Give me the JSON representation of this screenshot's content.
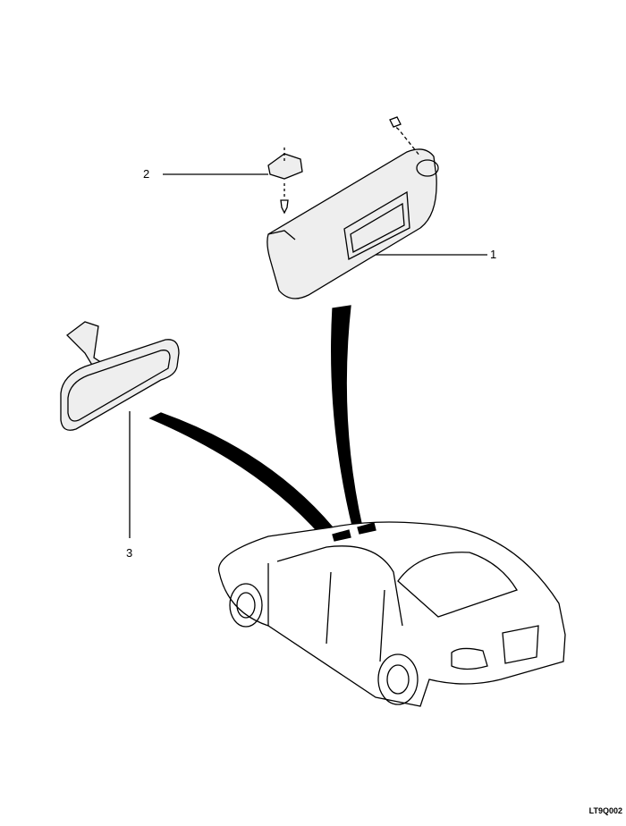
{
  "callouts": [
    {
      "number": "1",
      "part": "sun-visor"
    },
    {
      "number": "2",
      "part": "sun-visor-clip"
    },
    {
      "number": "3",
      "part": "inside-rearview-mirror"
    }
  ],
  "figure_code": "LT9Q002"
}
